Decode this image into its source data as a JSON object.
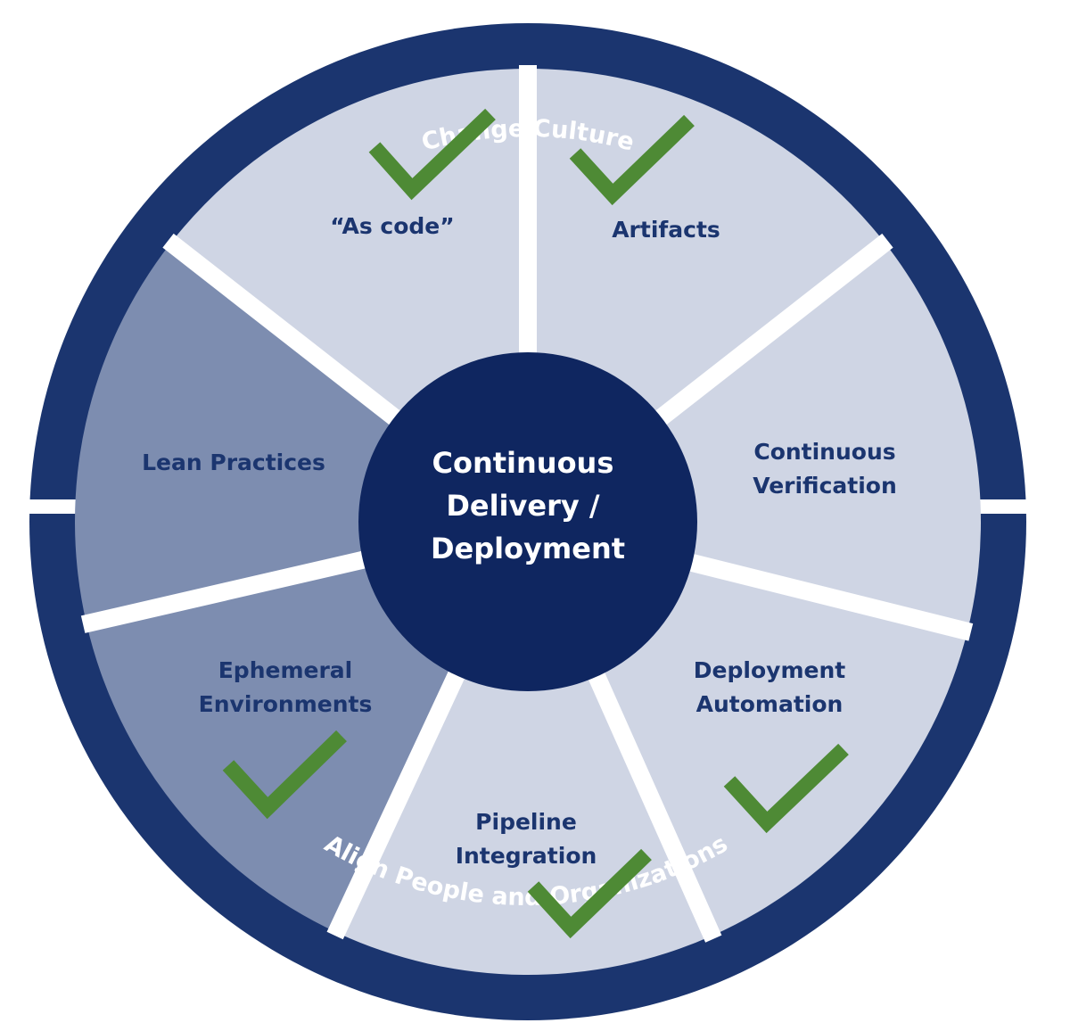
{
  "colors": {
    "ring": "#1b356f",
    "center": "#0f2660",
    "light_segment": "#cfd5e4",
    "dark_segment": "#7d8db0",
    "label_text": "#1b356f",
    "white": "#ffffff",
    "check": "#4e8a35"
  },
  "ring": {
    "top_label": "Change Culture",
    "bottom_label": "Align People and Organizations"
  },
  "center": {
    "lines": [
      "Continuous",
      "Delivery /",
      "Deployment"
    ]
  },
  "segments": [
    {
      "id": "as-code",
      "lines": [
        "“As code”"
      ],
      "checked": true,
      "shade": "light"
    },
    {
      "id": "artifacts",
      "lines": [
        "Artifacts"
      ],
      "checked": true,
      "shade": "light"
    },
    {
      "id": "continuous-verification",
      "lines": [
        "Continuous",
        "Verification"
      ],
      "checked": false,
      "shade": "light"
    },
    {
      "id": "deployment-automation",
      "lines": [
        "Deployment",
        "Automation"
      ],
      "checked": true,
      "shade": "light"
    },
    {
      "id": "pipeline-integration",
      "lines": [
        "Pipeline",
        "Integration"
      ],
      "checked": true,
      "shade": "dark"
    },
    {
      "id": "ephemeral-environments",
      "lines": [
        "Ephemeral",
        "Environments"
      ],
      "checked": true,
      "shade": "dark"
    },
    {
      "id": "lean-practices",
      "lines": [
        "Lean Practices"
      ],
      "checked": false,
      "shade": "light"
    }
  ]
}
